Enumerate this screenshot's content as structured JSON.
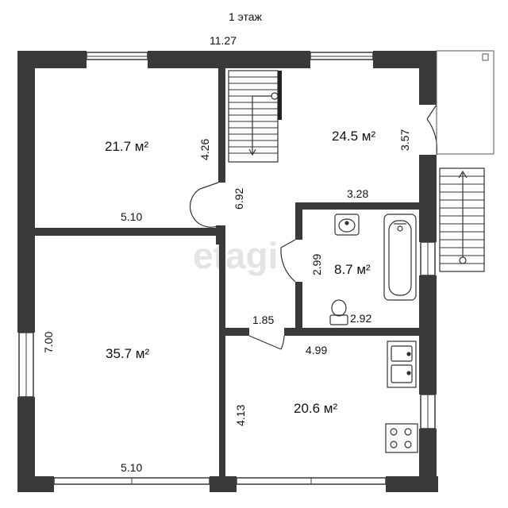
{
  "plan": {
    "title": "1 этаж",
    "watermark": "etagi",
    "colors": {
      "wall": "#3a3a3a",
      "line": "#333333",
      "watermark": "#e2e2e2",
      "background": "#ffffff"
    },
    "rooms": [
      {
        "id": "room-top-left",
        "area": "21.7 м²"
      },
      {
        "id": "room-top-center",
        "area": "24.5 м²"
      },
      {
        "id": "room-bathroom",
        "area": "8.7 м²"
      },
      {
        "id": "room-bottom-left",
        "area": "35.7 м²"
      },
      {
        "id": "room-kitchen",
        "area": "20.6 м²"
      }
    ],
    "dimensions": {
      "overall_width": "11.27",
      "top_left_height": "4.26",
      "top_left_width": "5.10",
      "hall_length": "6.92",
      "top_center_height": "3.57",
      "bath_width": "3.28",
      "bath_height": "2.99",
      "bath_bottom": "2.92",
      "hall_width": "1.85",
      "kitchen_width": "4.99",
      "kitchen_height": "4.13",
      "bottom_left_height": "7.00",
      "bottom_left_width": "5.10"
    }
  }
}
